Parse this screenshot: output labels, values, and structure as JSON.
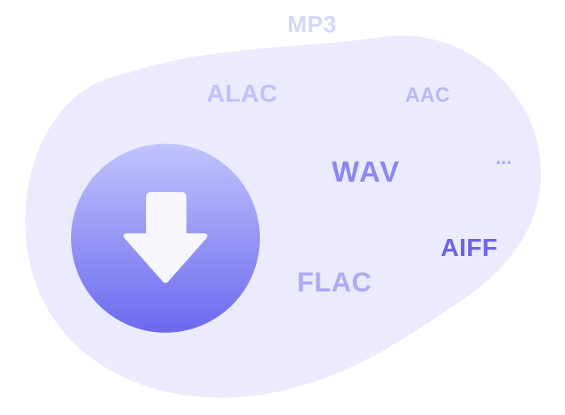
{
  "formats": {
    "mp3": "MP3",
    "alac": "ALAC",
    "aac": "AAC",
    "wav": "WAV",
    "more": "...",
    "aiff": "AIFF",
    "flac": "FLAC"
  },
  "colors": {
    "blob": "#ecebfd",
    "mp3": "#d6d6fb",
    "alac": "#c2c1f6",
    "aac": "#b9b8f4",
    "wav": "#8c88ee",
    "more": "#a9a6f2",
    "aiff": "#6a64e6",
    "flac": "#aeabf3",
    "circle_top": "#c2c4fd",
    "circle_bottom": "#6c69ee",
    "arrow": "#f6f6fc"
  },
  "icons": {
    "download": "download-arrow-icon"
  }
}
